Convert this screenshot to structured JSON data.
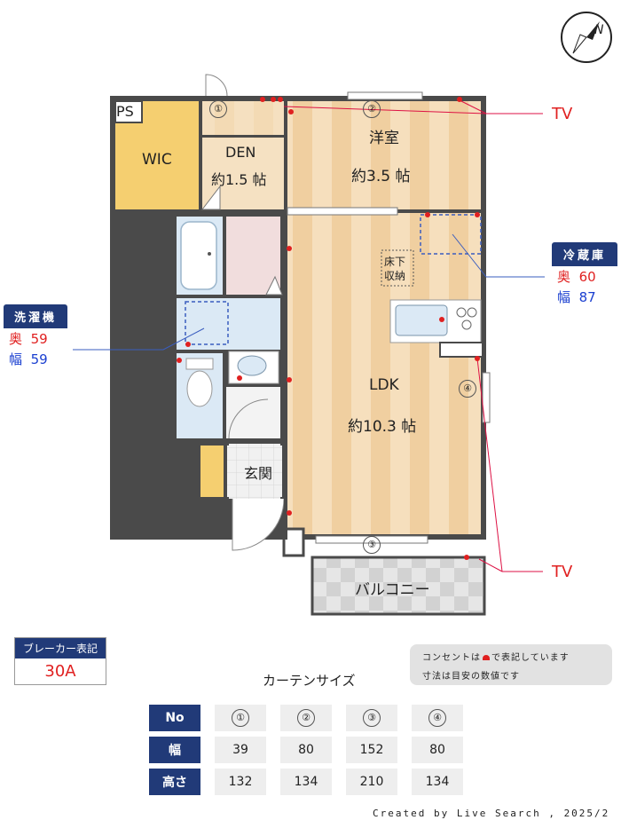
{
  "rooms": {
    "ps": "PS",
    "wic": "WIC",
    "den_name": "DEN",
    "den_size": "約1.5 帖",
    "western_name": "洋室",
    "western_size": "約3.5 帖",
    "ldk_name": "LDK",
    "ldk_size": "約10.3 帖",
    "entrance": "玄関",
    "balcony": "バルコニー",
    "underfloor_1": "床下",
    "underfloor_2": "収納"
  },
  "window_markers": [
    "①",
    "②",
    "③",
    "④"
  ],
  "tv_labels": [
    "TV",
    "TV"
  ],
  "washer": {
    "title": "洗濯機",
    "depth_label": "奥",
    "depth": "59",
    "width_label": "幅",
    "width": "59"
  },
  "fridge": {
    "title": "冷蔵庫",
    "depth_label": "奥",
    "depth": "60",
    "width_label": "幅",
    "width": "87"
  },
  "breaker": {
    "title": "ブレーカー表記",
    "value": "30A"
  },
  "notes": {
    "line1": "コンセントは",
    "line1_after": "で表記しています",
    "line2": "寸法は目安の数値です"
  },
  "curtain": {
    "title": "カーテンサイズ",
    "row_headers": [
      "No",
      "幅",
      "高さ"
    ],
    "numbers": [
      "①",
      "②",
      "③",
      "④"
    ],
    "widths": [
      "39",
      "80",
      "152",
      "80"
    ],
    "heights": [
      "132",
      "134",
      "210",
      "134"
    ]
  },
  "compass": {
    "label": "N"
  },
  "footer": "Created by Live Search , 2025/2",
  "colors": {
    "navy": "#213a78",
    "red": "#e02020",
    "blue": "#1a3fd0",
    "wic_fill": "#f5cf70",
    "stripe": "#f6ddb8"
  }
}
